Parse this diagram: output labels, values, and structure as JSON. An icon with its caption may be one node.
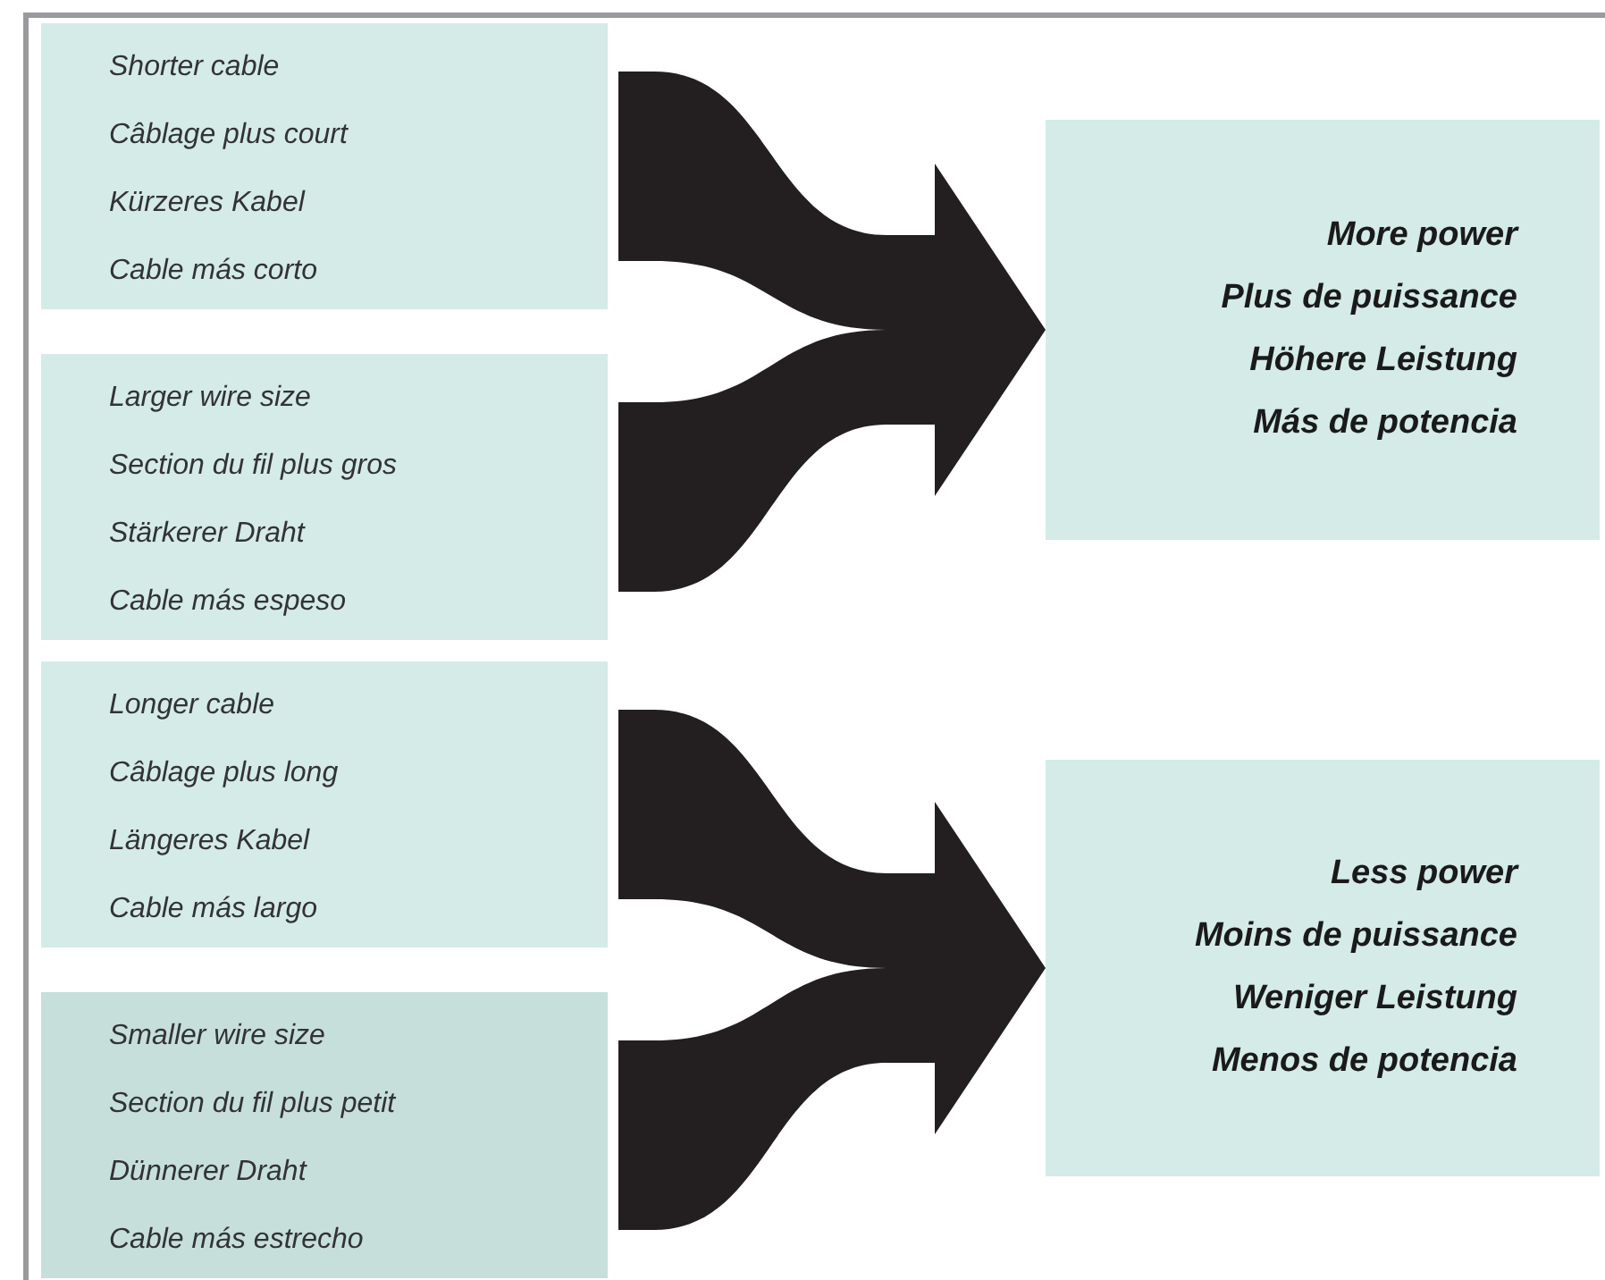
{
  "diagram": {
    "nodes": [
      {
        "text": [
          "Shorter cable",
          "Câblage plus court",
          "Kürzeres Kabel",
          "Cable más corto"
        ]
      },
      {
        "text": [
          "Larger wire size",
          "Section du fil plus gros",
          "Stärkerer Draht",
          "Cable más espeso"
        ]
      },
      {
        "text": [
          "Longer cable",
          "Câblage plus long",
          "Längeres Kabel",
          "Cable más largo"
        ]
      },
      {
        "text": [
          "Smaller wire size",
          "Section du fil plus petit",
          "Dünnerer Draht",
          "Cable más estrecho"
        ]
      },
      {
        "text": [
          "More power",
          "Plus de puissance",
          "Höhere Leistung",
          "Más de potencia"
        ]
      },
      {
        "text": [
          "Less power",
          "Moins de puissance",
          "Weniger Leistung",
          "Menos de potencia"
        ]
      }
    ],
    "edges": [
      {
        "from": 0,
        "to": 4,
        "arrow": "to"
      },
      {
        "from": 1,
        "to": 4,
        "arrow": "to"
      },
      {
        "from": 2,
        "to": 5,
        "arrow": "to"
      },
      {
        "from": 3,
        "to": 5,
        "arrow": "to"
      }
    ]
  }
}
